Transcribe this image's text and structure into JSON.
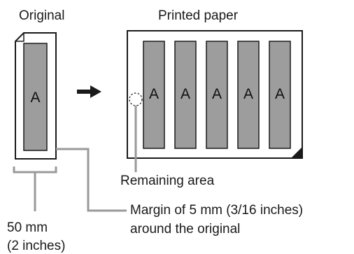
{
  "labels": {
    "original": "Original",
    "printed_paper": "Printed paper",
    "remaining_area": "Remaining area",
    "margin_line1": "Margin of 5 mm (3/16 inches)",
    "margin_line2": "around the original",
    "width_line1": "50 mm",
    "width_line2": "(2 inches)"
  },
  "original_letter": "A",
  "printed_letters": [
    "A",
    "A",
    "A",
    "A",
    "A"
  ],
  "colors": {
    "image_fill": "#9d9d9d",
    "leader_line": "#9a9a9a",
    "outline": "#1a1a1a"
  }
}
